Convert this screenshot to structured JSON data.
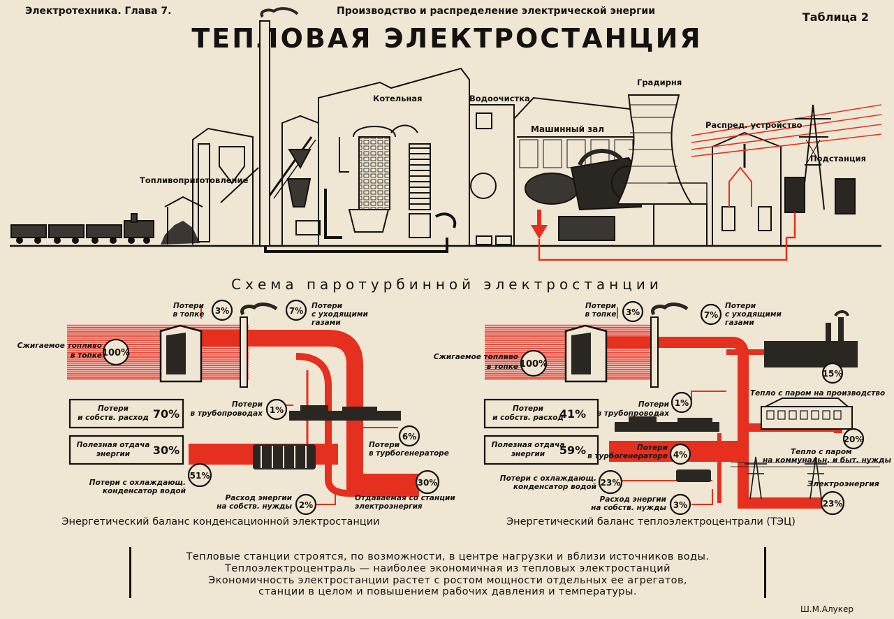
{
  "header": {
    "chapter": "Электротехника. Глава 7.",
    "subtitle": "Производство и распределение электрической энергии",
    "table_no": "Таблица 2",
    "title": "ТЕПЛОВАЯ ЭЛЕКТРОСТАНЦИЯ"
  },
  "plant": {
    "fuel": "Топливоприготовление",
    "boiler": "Котельная",
    "water": "Водоочистка",
    "cooling": "Градирня",
    "machine": "Машинный зал",
    "distribution": "Распред. устройство",
    "substation": "Подстанция",
    "scheme": "Схема паротурбинной электростанции"
  },
  "left": {
    "loss_furnace": [
      "Потери",
      "в топке"
    ],
    "loss_furnace_pct": "3%",
    "loss_gas": [
      "Потери",
      "с уходящими",
      "газами"
    ],
    "loss_gas_pct": "7%",
    "fuel": [
      "Сжигаемое топливо",
      "в топке"
    ],
    "fuel_pct": "100%",
    "loss_own": [
      "Потери",
      "и собств. расход"
    ],
    "loss_own_pct": "70%",
    "useful": [
      "Полезная отдача",
      "энергии"
    ],
    "useful_pct": "30%",
    "loss_pipes": [
      "Потери",
      "в трубопроводах"
    ],
    "loss_pipes_pct": "1%",
    "loss_turbo": [
      "Потери",
      "в турбогенераторе"
    ],
    "loss_turbo_pct": "6%",
    "loss_cond": [
      "Потери с охлаждающ.",
      "конденсатор водой"
    ],
    "loss_cond_pct": "51%",
    "own_needs": [
      "Расход энергии",
      "на собств. нужды"
    ],
    "own_needs_pct": "2%",
    "output": [
      "Отдаваемая со станции",
      "электроэнергия"
    ],
    "output_pct": "30%",
    "caption": "Энергетический баланс конденсационной электростанции"
  },
  "right": {
    "loss_furnace": [
      "Потери",
      "в топке"
    ],
    "loss_furnace_pct": "3%",
    "loss_gas": [
      "Потери",
      "с уходящими",
      "газами"
    ],
    "loss_gas_pct": "7%",
    "fuel": [
      "Сжигаемое топливо",
      "в топке"
    ],
    "fuel_pct": "100%",
    "loss_own": [
      "Потери",
      "и собств. расход"
    ],
    "loss_own_pct": "41%",
    "useful": [
      "Полезная отдача",
      "энергии"
    ],
    "useful_pct": "59%",
    "loss_pipes": [
      "Потери",
      "в трубопроводах"
    ],
    "loss_pipes_pct": "1%",
    "loss_turbo": [
      "Потери",
      "в турбогенераторе"
    ],
    "loss_turbo_pct": "4%",
    "loss_cond": [
      "Потери с охлаждающ.",
      "конденсатор водой"
    ],
    "loss_cond_pct": "23%",
    "own_needs": [
      "Расход энергии",
      "на собств. нужды"
    ],
    "own_needs_pct": "3%",
    "heat_prod": "Тепло с паром на производство",
    "heat_prod_pct": "15%",
    "heat_home": [
      "Тепло с паром",
      "на коммунальн. и быт. нужды"
    ],
    "heat_home_pct": "20%",
    "electricity": "Электроэнергия",
    "electricity_pct": "23%",
    "caption": "Энергетический баланс теплоэлектроцентрали (ТЭЦ)"
  },
  "footer": {
    "lines": [
      "Тепловые станции строятся, по возможности, в центре нагрузки и вблизи источников воды.",
      "Теплоэлектроцентраль — наиболее экономичная из тепловых электростанций",
      "Экономичность электростанции растет с ростом мощности отдельных ее агрегатов,",
      "станции в целом и повышением рабочих давления и температуры."
    ],
    "author": "Ш.М.Алукер"
  },
  "colors": {
    "paper": "#efe6d3",
    "ink": "#141210",
    "red": "#e5301f"
  },
  "icons": [
    "smoke-icon",
    "chimney-icon",
    "furnace-icon",
    "turbine-icon",
    "condenser-icon",
    "factory-icon",
    "building-icon",
    "pylon-icon",
    "locomotive-icon",
    "cooling-tower-icon"
  ]
}
